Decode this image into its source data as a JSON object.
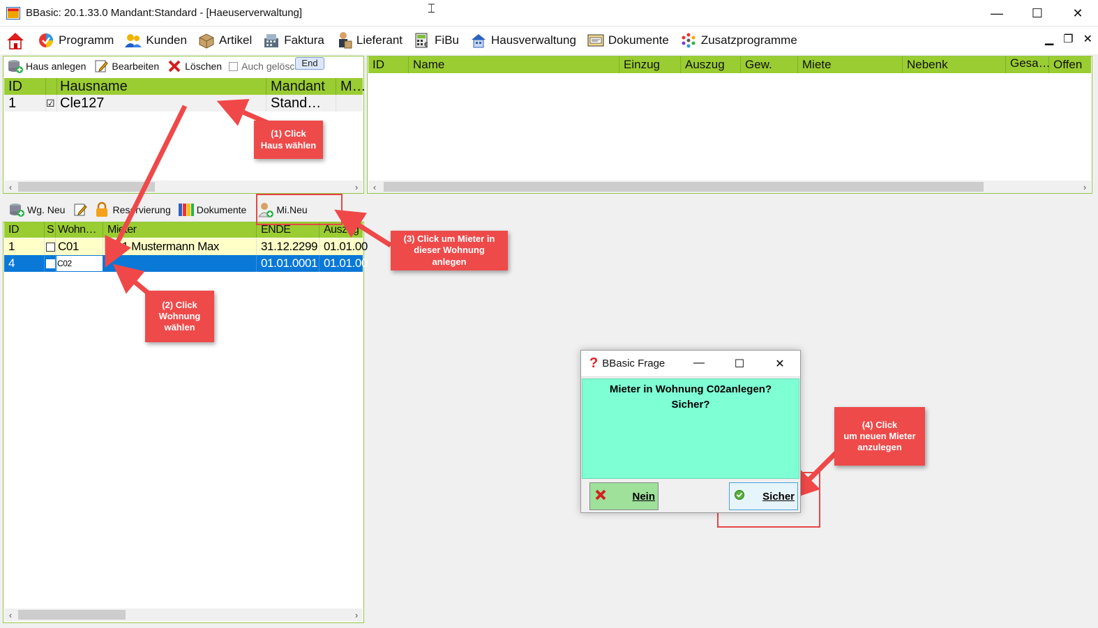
{
  "window": {
    "title": "BBasic: 20.1.33.0 Mandant:Standard  - [Haeuserverwaltung]",
    "minimize": "—",
    "maximize": "☐",
    "close": "✕"
  },
  "menu": [
    {
      "label": "Programm",
      "icon": "programm-icon"
    },
    {
      "label": "Kunden",
      "icon": "kunden-icon"
    },
    {
      "label": "Artikel",
      "icon": "artikel-icon"
    },
    {
      "label": "Faktura",
      "icon": "faktura-icon"
    },
    {
      "label": "Lieferant",
      "icon": "lieferant-icon"
    },
    {
      "label": "FiBu",
      "icon": "fibu-icon"
    },
    {
      "label": "Hausverwaltung",
      "icon": "hausverwaltung-icon"
    },
    {
      "label": "Dokumente",
      "icon": "dokumente-icon"
    },
    {
      "label": "Zusatzprogramme",
      "icon": "zusatzprogramme-icon"
    }
  ],
  "mdi": {
    "minimize": "▁",
    "restore": "❐",
    "close": "✕"
  },
  "haus_toolbar": {
    "anlegen": "Haus anlegen",
    "bearbeiten": "Bearbeiten",
    "loeschen": "Löschen",
    "auch_geloescht": "Auch gelöscht",
    "end": "End"
  },
  "haus_grid": {
    "headers": [
      "ID",
      "",
      "Hausname",
      "Mandant",
      "M…"
    ],
    "rows": [
      {
        "id": "1",
        "checked": "☑",
        "name": "Cle127",
        "mandant": "Stand…"
      }
    ]
  },
  "mieter_grid_right": {
    "headers": [
      "ID",
      "Name",
      "Einzug",
      "Auszug",
      "Gew.",
      "Miete",
      "Nebenk",
      "Gesa…",
      "Offen"
    ]
  },
  "wohnung_toolbar": {
    "neu": "Wg. Neu",
    "reservierung": "Reservierung",
    "dokumente": "Dokumente",
    "mieter_neu": "Mi.Neu"
  },
  "wohnung_grid": {
    "headers": [
      "ID",
      "S",
      "Wohn…",
      "Mieter",
      "ENDE",
      "Auszug"
    ],
    "rows": [
      {
        "id": "1",
        "wohnung": "C01",
        "mieter": "C01 Mustermann Max",
        "ende": "31.12.2299",
        "auszug": "01.01.00"
      },
      {
        "id": "4",
        "wohnung": "C02",
        "mieter": "",
        "ende": "01.01.0001",
        "auszug": "01.01.00"
      }
    ]
  },
  "callouts": {
    "c1": "(1) Click\nHaus wählen",
    "c2": "(2) Click\nWohnung\nwählen",
    "c3": "(3) Click um Mieter in\ndieser Wohnung\nanlegen",
    "c4": "(4) Click\num neuen Mieter\nanzulegen"
  },
  "dialog": {
    "title": "BBasic Frage",
    "message_line1": "Mieter in Wohnung C02anlegen?",
    "message_line2": "Sicher?",
    "nein": "Nein",
    "sicher": "Sicher"
  },
  "colors": {
    "grid_header": "#9acd32",
    "selection": "#0a78d7",
    "row_yellow": "#ffffc8",
    "dialog_body": "#7fffd4",
    "callout": "#ee4a4a"
  }
}
